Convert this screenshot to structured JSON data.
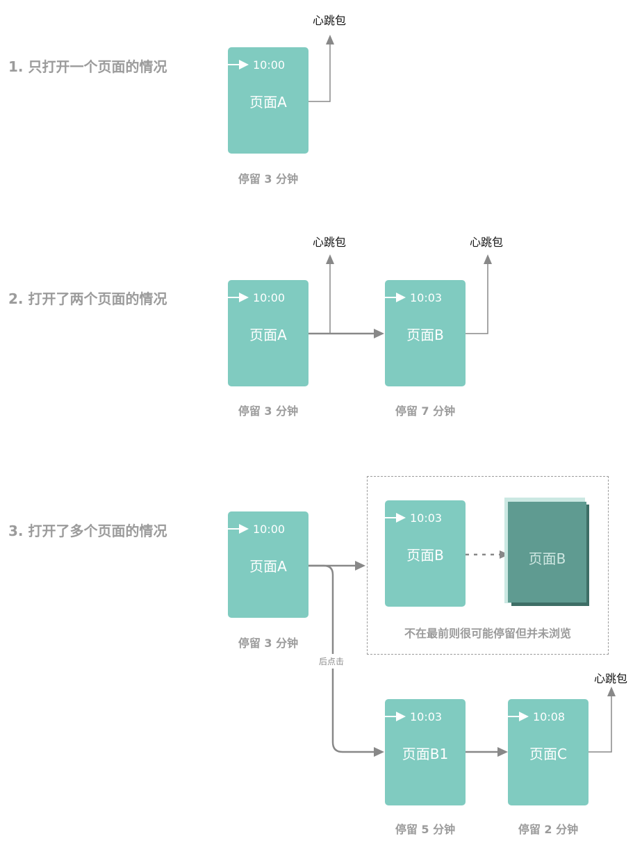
{
  "sections": [
    {
      "title": "1. 只打开一个页面的情况"
    },
    {
      "title": "2. 打开了两个页面的情况"
    },
    {
      "title": "3. 打开了多个页面的情况"
    }
  ],
  "heartbeat_label": "心跳包",
  "pages": {
    "s1_a": {
      "time": "10:00",
      "name": "页面A",
      "stay": "停留 3 分钟"
    },
    "s2_a": {
      "time": "10:00",
      "name": "页面A",
      "stay": "停留 3 分钟"
    },
    "s2_b": {
      "time": "10:03",
      "name": "页面B",
      "stay": "停留 7 分钟"
    },
    "s3_a": {
      "time": "10:00",
      "name": "页面A",
      "stay": "停留 3 分钟"
    },
    "s3_b": {
      "time": "10:03",
      "name": "页面B"
    },
    "s3_b_background": {
      "name": "页面B"
    },
    "s3_b1": {
      "time": "10:03",
      "name": "页面B1",
      "stay": "停留 5 分钟"
    },
    "s3_c": {
      "time": "10:08",
      "name": "页面C",
      "stay": "停留 2 分钟"
    }
  },
  "background_note": "不在最前则很可能停留但并未浏览",
  "after_click_label": "后点击",
  "colors": {
    "page_fill": "#80cbc0",
    "page_dark_fill": "#5f9b91",
    "page_dark_shadow": "#3e6e66",
    "page_dark_ghost": "#cbe8e2",
    "arrow": "#888888",
    "title_text": "#9b9b9b"
  }
}
